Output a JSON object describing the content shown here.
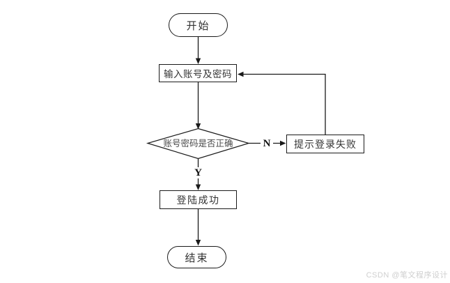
{
  "flowchart": {
    "nodes": {
      "start": {
        "label": "开始",
        "shape": "terminator"
      },
      "input": {
        "label": "输入账号及密码",
        "shape": "process"
      },
      "decision": {
        "label": "账号密码是否正确",
        "shape": "decision"
      },
      "fail": {
        "label": "提示登录失败",
        "shape": "process"
      },
      "success": {
        "label": "登陆成功",
        "shape": "process"
      },
      "end": {
        "label": "结束",
        "shape": "terminator"
      }
    },
    "edges": [
      {
        "from": "start",
        "to": "input",
        "label": ""
      },
      {
        "from": "input",
        "to": "decision",
        "label": ""
      },
      {
        "from": "decision",
        "to": "fail",
        "label": "N"
      },
      {
        "from": "decision",
        "to": "success",
        "label": "Y"
      },
      {
        "from": "fail",
        "to": "input",
        "label": ""
      },
      {
        "from": "success",
        "to": "end",
        "label": ""
      }
    ],
    "branch_labels": {
      "yes": "Y",
      "no": "N"
    },
    "colors": {
      "line": "#1a1a1a",
      "node_border": "#1a1a1a",
      "node_text": "#333333",
      "decision_text": "#4a4a4a",
      "background": "#ffffff",
      "watermark_text": "#cfcfcf"
    }
  },
  "watermark": {
    "text": "CSDN @笔文程序设计"
  }
}
